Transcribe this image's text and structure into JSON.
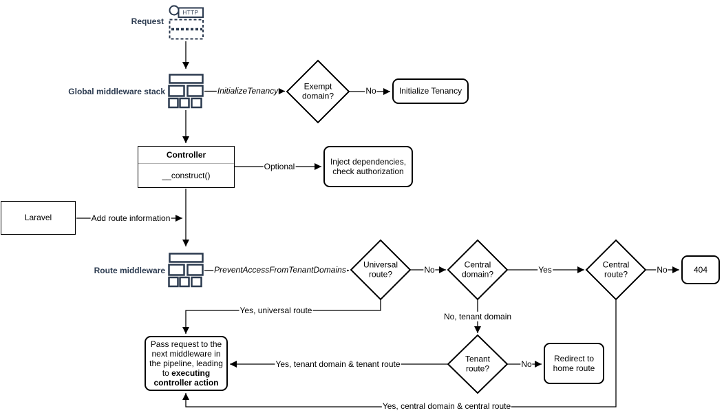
{
  "colors": {
    "accent": "#2b3a4f",
    "line": "#000000"
  },
  "labels": {
    "request": "Request",
    "global_middleware_stack": "Global middleware stack",
    "route_middleware": "Route middleware",
    "http": "HTTP"
  },
  "nodes": {
    "exempt_domain": "Exempt\ndomain?",
    "initialize_tenancy": "Initialize Tenancy",
    "controller": {
      "title": "Controller",
      "method": "__construct()"
    },
    "inject_dependencies": "Inject dependencies,\ncheck authorization",
    "laravel": "Laravel",
    "universal_route": "Universal\nroute?",
    "central_domain": "Central\ndomain?",
    "central_route": "Central\nroute?",
    "not_found": "404",
    "tenant_route": "Tenant\nroute?",
    "redirect_home": "Redirect to\nhome route",
    "pass_request": {
      "text": "Pass request to the next middleware in the pipeline, leading to ",
      "bold": "executing controller action"
    }
  },
  "edges": {
    "initialize_tenancy_middleware": "InitializeTenancy",
    "exempt_no": "No",
    "optional": "Optional",
    "add_route_information": "Add route information",
    "prevent_access": "PreventAccessFromTenantDomains",
    "universal_no": "No",
    "central_domain_yes": "Yes",
    "central_route_no": "No",
    "yes_universal_route": "Yes, universal route",
    "no_tenant_domain": "No, tenant domain",
    "tenant_route_no": "No",
    "yes_tenant_domain_route": "Yes, tenant domain & tenant route",
    "yes_central_domain_route": "Yes, central domain & central route"
  }
}
